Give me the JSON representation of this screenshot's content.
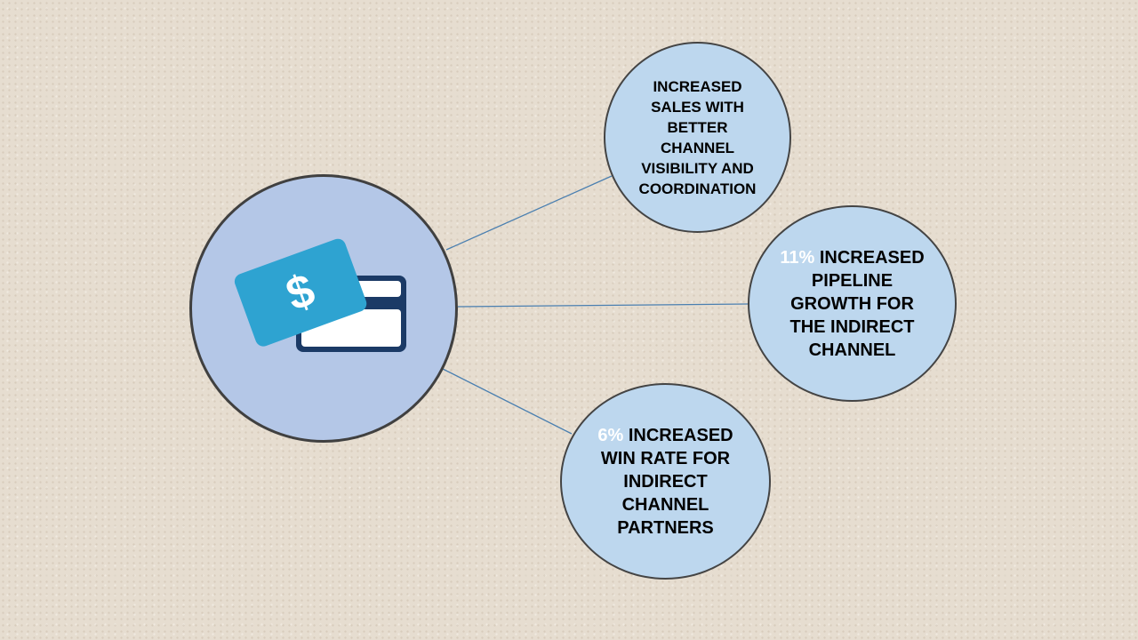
{
  "colors": {
    "bubble": "#bdd7ee",
    "main": "#b4c7e7",
    "card_front": "#2ea3d1",
    "card_back": "#1b3a66",
    "highlight": "#ffffff"
  },
  "center_icon": "credit-card-dollar-icon",
  "bubbles": [
    {
      "lines": [
        "INCREASED",
        "SALES WITH",
        "BETTER",
        "CHANNEL",
        "VISIBILITY AND",
        "COORDINATION"
      ]
    },
    {
      "highlight": "11%",
      "lines": [
        "INCREASED",
        "PIPELINE",
        "GROWTH FOR",
        "THE INDIRECT",
        "CHANNEL"
      ]
    },
    {
      "highlight": "6%",
      "lines": [
        "INCREASED",
        "WIN RATE FOR",
        "INDIRECT",
        "CHANNEL",
        "PARTNERS"
      ]
    }
  ]
}
